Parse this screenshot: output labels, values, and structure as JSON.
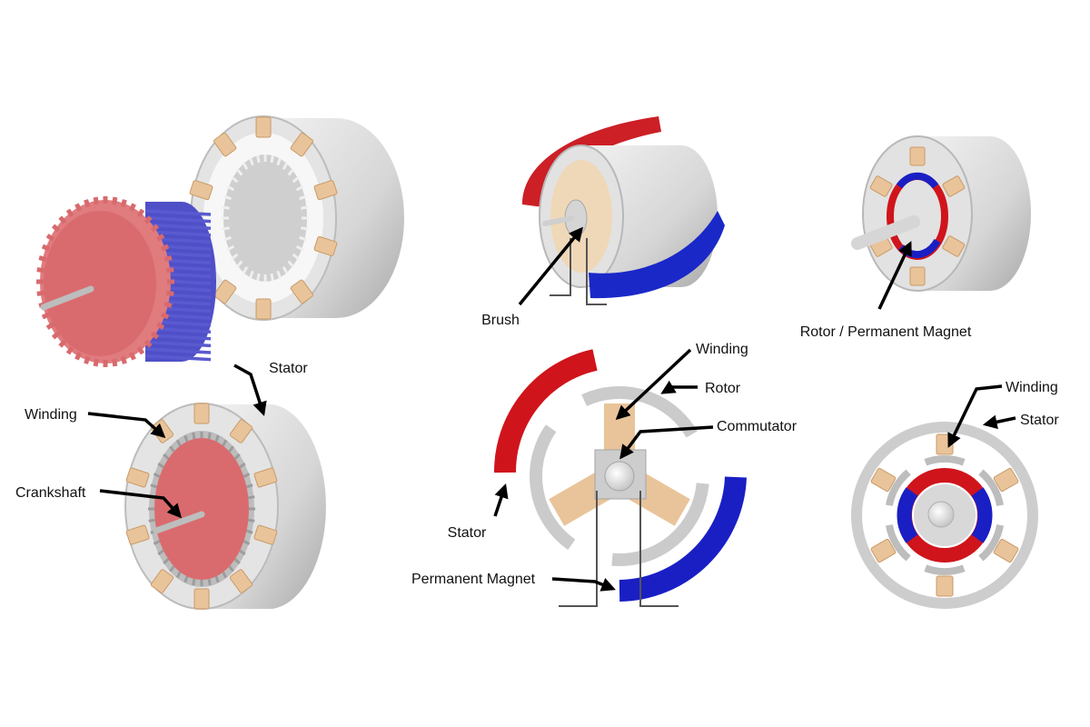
{
  "colors": {
    "background": "#ffffff",
    "housing": "#dcdcdc",
    "housing_shade": "#bdbdbd",
    "copper": "#e9c49a",
    "rotor_red": "#d9696c",
    "red": "#d0141b",
    "blue": "#1a1fc4",
    "gear_blue": "#5a5ad0"
  },
  "labels": {
    "brush": "Brush",
    "rotor_permanent_magnet": "Rotor / Permanent Magnet",
    "stator_left": "Stator",
    "winding_left": "Winding",
    "crankshaft": "Crankshaft",
    "winding_mid": "Winding",
    "rotor_mid": "Rotor",
    "commutator": "Commutator",
    "stator_mid": "Stator",
    "permanent_magnet": "Permanent Magnet",
    "winding_right": "Winding",
    "stator_right": "Stator"
  }
}
